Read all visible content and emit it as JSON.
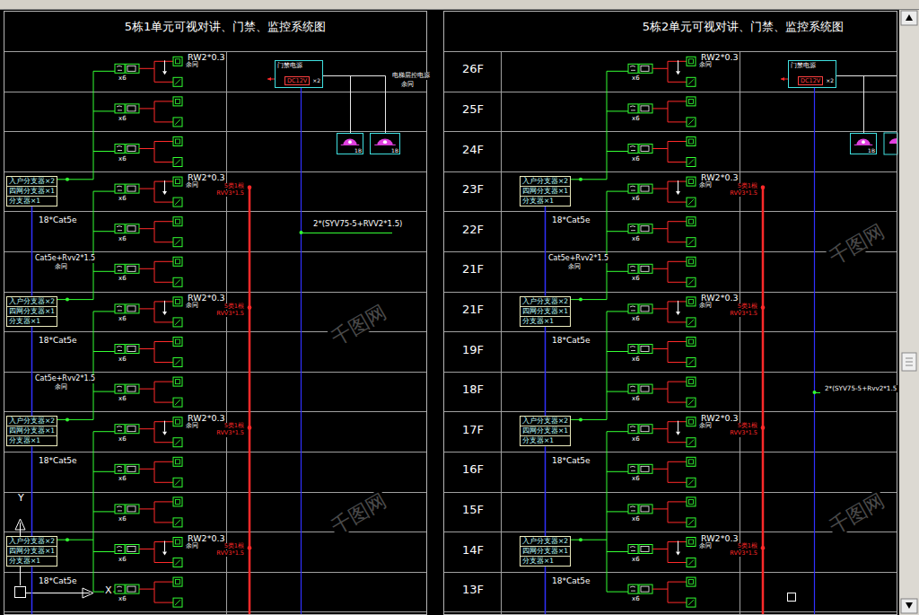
{
  "diagram": {
    "nodes": [
      {
        "text": [
          "5栋1单元可视对讲、门禁、监控系统图"
        ]
      },
      {
        "text": [
          "5栋2单元可视对讲、门禁、监控系统图"
        ]
      },
      {
        "text": [
          "入户分支器×2",
          "四网分支器×1",
          "分支器×1"
        ],
        "in": 0
      },
      {
        "text": [
          "入户分支器×2",
          "四网分支器×1",
          "分支器×1"
        ],
        "in": 0
      },
      {
        "text": [
          "入户分支器×2",
          "四网分支器×1",
          "分支器×1"
        ],
        "in": 0
      },
      {
        "text": [
          "入户分支器×2",
          "四网分支器×1",
          "分支器×1"
        ],
        "in": 0
      },
      {
        "text": [
          "门禁电源",
          "DC12V",
          "×2"
        ],
        "in": 0
      },
      {
        "text": [
          "1B"
        ],
        "in": 0
      },
      {
        "text": [
          "1B"
        ],
        "in": 0
      },
      {
        "text": [
          "入户分支器×2",
          "四网分支器×1",
          "分支器×1"
        ],
        "in": 1
      },
      {
        "text": [
          "入户分支器×2",
          "四网分支器×1",
          "分支器×1"
        ],
        "in": 1
      },
      {
        "text": [
          "入户分支器×2",
          "四网分支器×1",
          "分支器×1"
        ],
        "in": 1
      },
      {
        "text": [
          "入户分支器×2",
          "四网分支器×1",
          "分支器×1"
        ],
        "in": 1
      },
      {
        "text": [
          "门禁电源",
          "DC12V",
          "×2"
        ],
        "in": 1
      },
      {
        "text": [
          "1B"
        ],
        "in": 1
      }
    ],
    "edges": [
      {
        "from": 2,
        "to": 3,
        "arrow": "none"
      },
      {
        "from": 3,
        "to": 4,
        "arrow": "none"
      },
      {
        "from": 4,
        "to": 5,
        "arrow": "none"
      },
      {
        "from": 6,
        "to": 7,
        "arrow": "none"
      },
      {
        "from": 6,
        "to": 8,
        "arrow": "none"
      },
      {
        "from": 9,
        "to": 10,
        "arrow": "none"
      },
      {
        "from": 10,
        "to": 11,
        "arrow": "none"
      },
      {
        "from": 11,
        "to": 12,
        "arrow": "none"
      },
      {
        "from": 13,
        "to": 14,
        "arrow": "none"
      }
    ],
    "labels": [
      "26F",
      "25F",
      "24F",
      "23F",
      "22F",
      "21F",
      "21F",
      "19F",
      "18F",
      "17F",
      "16F",
      "15F",
      "14F",
      "13F",
      "x6",
      "x6",
      "x6",
      "x6",
      "x6",
      "x6",
      "x6",
      "x6",
      "x6",
      "x6",
      "x6",
      "x6",
      "x6",
      "x6",
      "x6",
      "x6",
      "x6",
      "x6",
      "x6",
      "x6",
      "x6",
      "x6",
      "x6",
      "x6",
      "x6",
      "x6",
      "x6",
      "x6",
      "RW2*0.3",
      "余同",
      "RW2*0.3",
      "余同",
      "RW2*0.3",
      "余同",
      "RW2*0.3",
      "余同",
      "RW2*0.3",
      "余同",
      "RW2*0.3",
      "余同",
      "RW2*0.3",
      "余同",
      "RW2*0.3",
      "余同",
      "RW2*0.3",
      "余同",
      "RW2*0.3",
      "余同",
      "5类1根",
      "RVV3*1.5",
      "18*Cat5e",
      "5类1根",
      "RVV3*1.5",
      "18*Cat5e",
      "5类1根",
      "RVV3*1.5",
      "18*Cat5e",
      "5类1根",
      "RVV3*1.5",
      "18*Cat5e",
      "5类1根",
      "RVV3*1.5",
      "18*Cat5e",
      "5类1根",
      "RVV3*1.5",
      "18*Cat5e",
      "5类1根",
      "RVV3*1.5",
      "18*Cat5e",
      "5类1根",
      "RVV3*1.5",
      "18*Cat5e",
      "Cat5e+Rvv2*1.5",
      "余同",
      "Cat5e+Rvv2*1.5",
      "余同",
      "Cat5e+Rvv2*1.5",
      "余同",
      "电梯层控电源",
      "余同",
      "2*(SYV75-5+RVV2*1.5)",
      "2*(SYV75-5+Rvv2*1.5",
      "Y",
      "X",
      "千图网",
      "千图网",
      "千图网",
      "千图网"
    ]
  }
}
